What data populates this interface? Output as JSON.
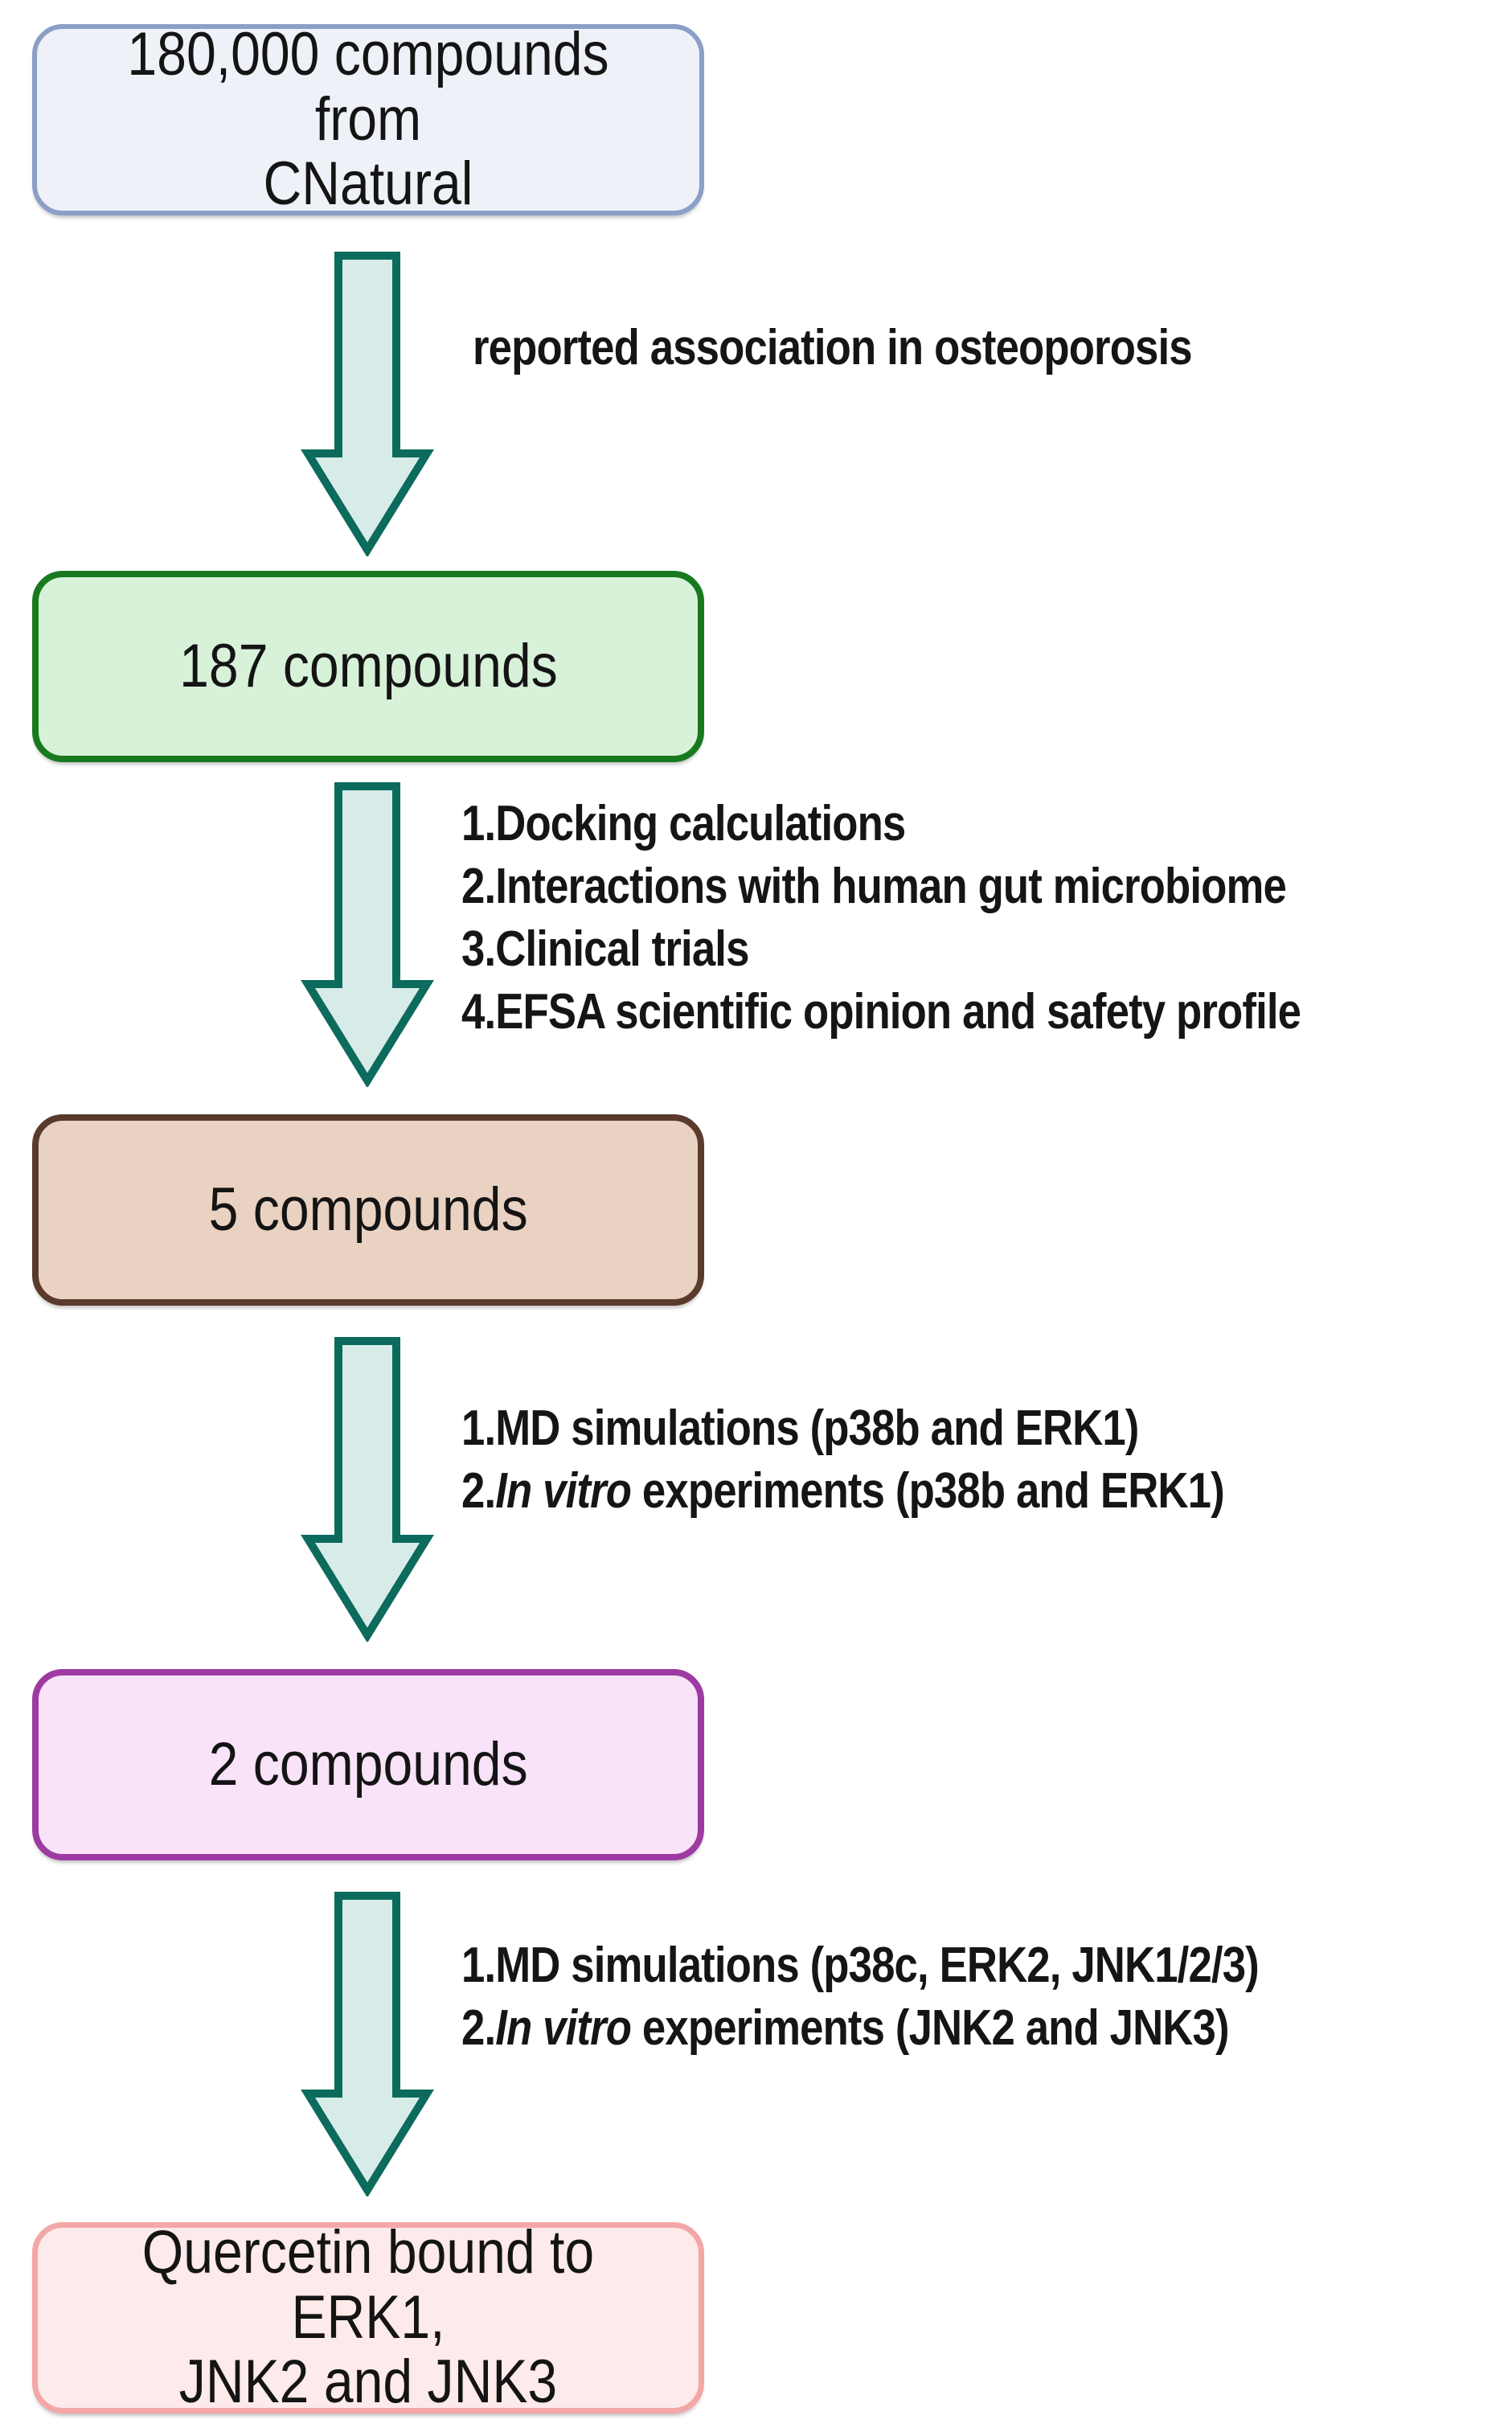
{
  "page": {
    "background": "#ffffff",
    "text_color": "#151515"
  },
  "flow": {
    "arrow": {
      "fill": "#d7ece8",
      "stroke": "#0c6b5d"
    },
    "boxes": [
      {
        "label": "180,000 compounds from\nCNatural",
        "fill": "#eef1f7",
        "border": "#8b9fc7"
      },
      {
        "label": "187 compounds",
        "fill": "#d8f1d9",
        "border": "#187a1e"
      },
      {
        "label": "5 compounds",
        "fill": "#e9d2c2",
        "border": "#593a2b"
      },
      {
        "label": "2 compounds",
        "fill": "#f8e3f9",
        "border": "#9d3ba2"
      },
      {
        "label": "Quercetin bound to ERK1,\nJNK2 and JNK3",
        "fill": "#fdeaea",
        "border": "#f3a7a7"
      }
    ],
    "annotations": {
      "label1": "reported association in osteoporosis",
      "list1": [
        {
          "pre": "1.Docking calculations"
        },
        {
          "pre": "2.Interactions with human gut microbiome"
        },
        {
          "pre": "3.Clinical trials"
        },
        {
          "pre": "4.EFSA scientific opinion and safety profile"
        }
      ],
      "list2": [
        {
          "pre": "1.MD simulations (p38b and ERK1)"
        },
        {
          "pre": "2.",
          "it": "In vitro",
          "post": " experiments (p38b and ERK1)"
        }
      ],
      "list3": [
        {
          "pre": "1.MD simulations (p38c, ERK2, JNK1/2/3)"
        },
        {
          "pre": "2.",
          "it": "In vitro",
          "post": " experiments (JNK2 and JNK3)"
        }
      ]
    }
  }
}
